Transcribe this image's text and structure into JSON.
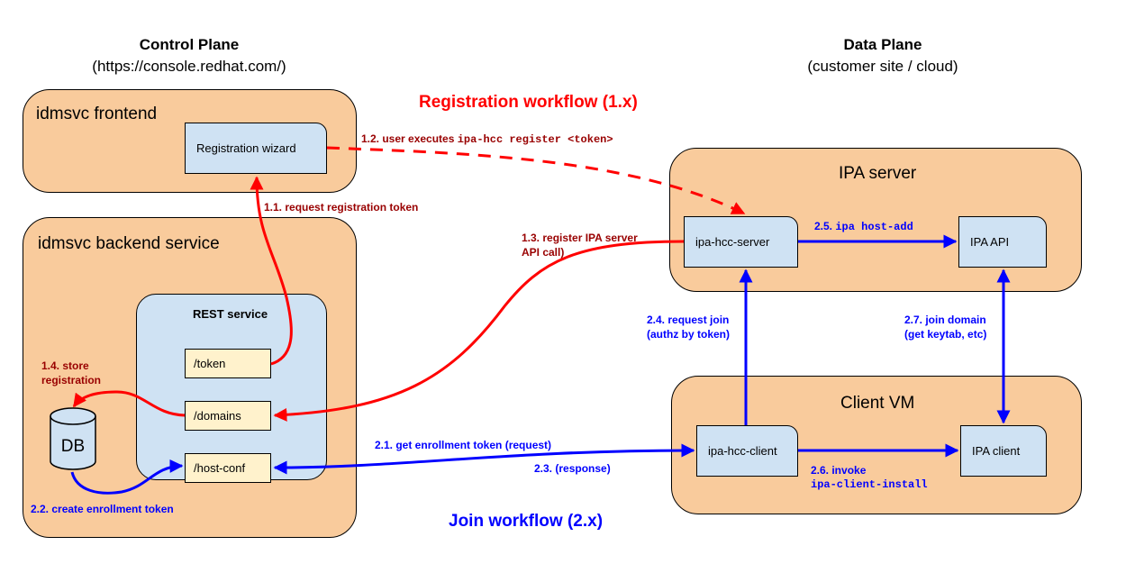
{
  "colors": {
    "group_fill": "#f9cb9c",
    "component_fill": "#cfe2f3",
    "endpoint_fill": "#fff2cc",
    "registration_red": "#ff0000",
    "registration_label": "#990000",
    "join_blue": "#0000ff"
  },
  "control_plane": {
    "title": "Control Plane",
    "subtitle": "(https://console.redhat.com/)",
    "frontend": {
      "title": "idmsvc frontend",
      "registration_wizard": "Registration wizard"
    },
    "backend": {
      "title": "idmsvc backend service",
      "rest_service": {
        "title": "REST service",
        "endpoints": [
          "/token",
          "/domains",
          "/host-conf"
        ]
      },
      "db": "DB"
    }
  },
  "data_plane": {
    "title": "Data Plane",
    "subtitle": "(customer site / cloud)",
    "ipa_server": {
      "title": "IPA server",
      "ipa_hcc_server": "ipa-hcc-server",
      "ipa_api": "IPA API"
    },
    "client_vm": {
      "title": "Client VM",
      "ipa_hcc_client": "ipa-hcc-client",
      "ipa_client": "IPA client"
    }
  },
  "workflows": {
    "registration": {
      "title": "Registration workflow (1.x)",
      "steps": {
        "s1_1": "1.1. request registration token",
        "s1_2_prefix": "1.2. user executes ",
        "s1_2_cmd": "ipa-hcc register <token>",
        "s1_3_line1": "1.3. register IPA server",
        "s1_3_line2": "API call)",
        "s1_4_line1": "1.4. store",
        "s1_4_line2": "registration"
      }
    },
    "join": {
      "title": "Join workflow (2.x)",
      "steps": {
        "s2_1": "2.1. get enrollment token (request)",
        "s2_2": "2.2. create enrollment token",
        "s2_3": "2.3. (response)",
        "s2_4_line1": "2.4. request join",
        "s2_4_line2": "(authz by token)",
        "s2_5_prefix": "2.5. ",
        "s2_5_cmd": "ipa host-add",
        "s2_6_line1": "2.6. invoke",
        "s2_6_cmd": "ipa-client-install",
        "s2_7_line1": "2.7. join domain",
        "s2_7_line2": "(get keytab, etc)"
      }
    }
  }
}
